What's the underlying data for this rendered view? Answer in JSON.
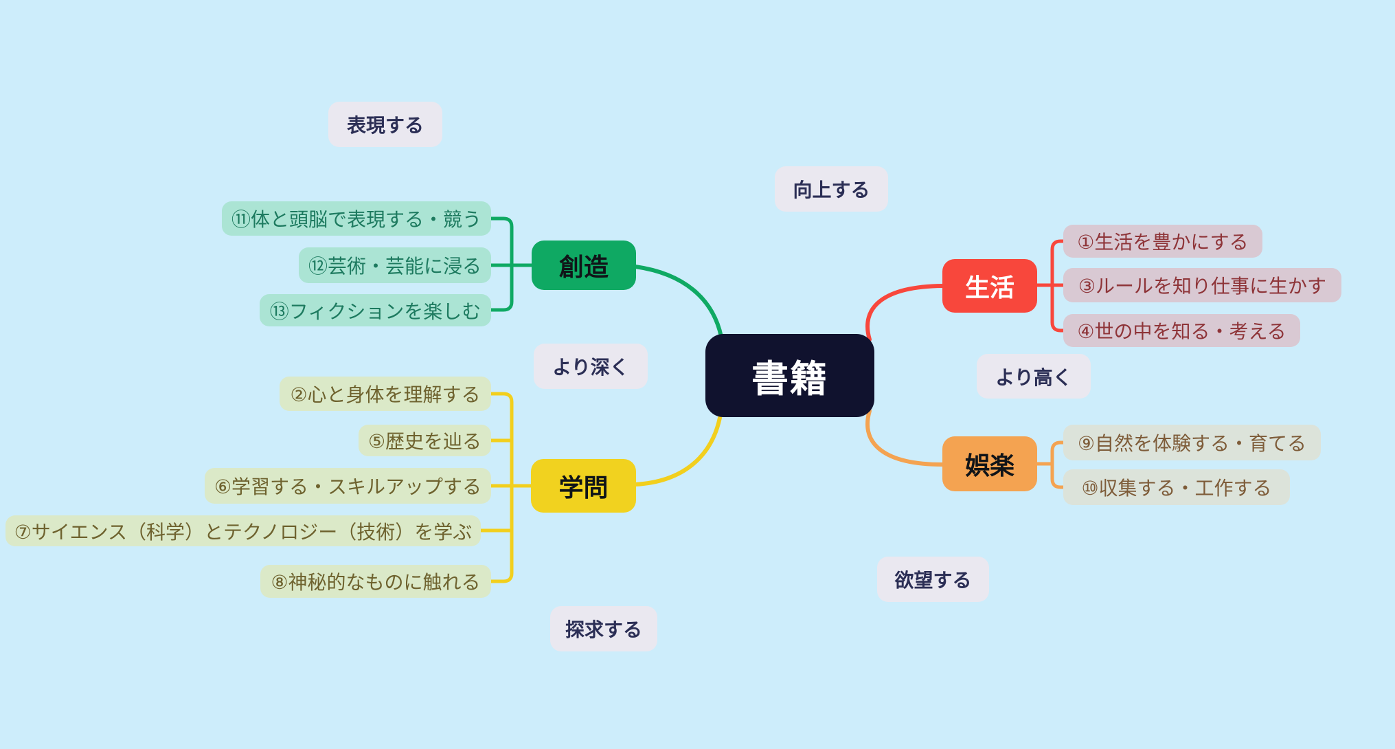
{
  "root": {
    "label": "書籍"
  },
  "branches": [
    {
      "id": "souzou",
      "label": "創造",
      "color": "#0fa963",
      "children": [
        "⑪体と頭脳で表現する・競う",
        "⑫芸術・芸能に浸る",
        "⑬フィクションを楽しむ"
      ]
    },
    {
      "id": "gakumon",
      "label": "学問",
      "color": "#f1d21f",
      "children": [
        "②心と身体を理解する",
        "⑤歴史を辿る",
        "⑥学習する・スキルアップする",
        "⑦サイエンス（科学）とテクノロジー（技術）を学ぶ",
        "⑧神秘的なものに触れる"
      ]
    },
    {
      "id": "seikatsu",
      "label": "生活",
      "color": "#f8473c",
      "children": [
        "①生活を豊かにする",
        "③ルールを知り仕事に生かす",
        "④世の中を知る・考える"
      ]
    },
    {
      "id": "goraku",
      "label": "娯楽",
      "color": "#f4a351",
      "children": [
        "⑨自然を体験する・育てる",
        "⑩収集する・工作する"
      ]
    }
  ],
  "floating_labels": [
    "表現する",
    "向上する",
    "より深く",
    "より高く",
    "探求する",
    "欲望する"
  ],
  "palette": {
    "background": "#cdedfb",
    "root_bg": "#10122e",
    "green_leaf_bg": "#abe4d4",
    "green_leaf_text": "#1d7a5f",
    "yellow_leaf_bg": "#dbe9c8",
    "yellow_leaf_text": "#6e622e",
    "red_leaf_bg": "#d9c9d3",
    "red_leaf_text": "#8e3438",
    "orange_leaf_bg": "#dce3da",
    "orange_leaf_text": "#7e5c39",
    "label_bg": "#eae8f0",
    "label_text": "#2b2e55"
  }
}
